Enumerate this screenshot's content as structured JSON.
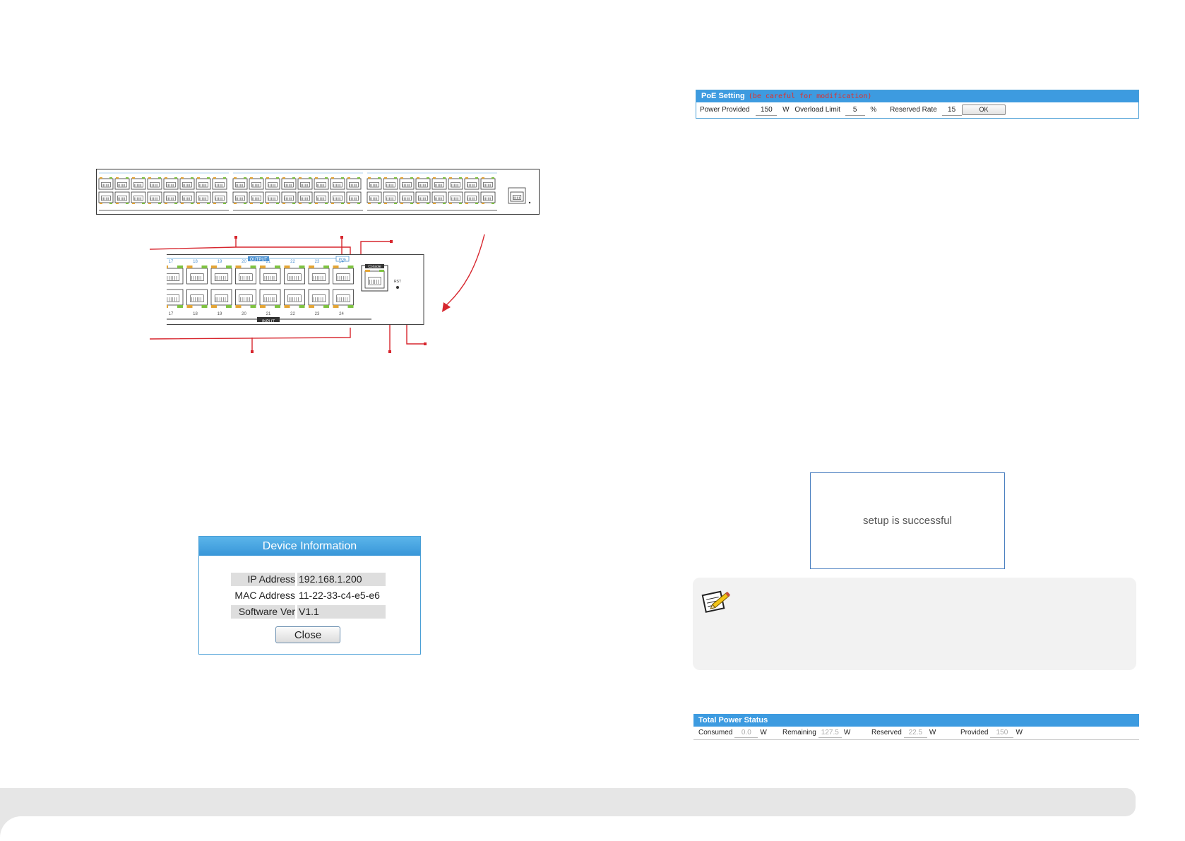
{
  "poe_setting": {
    "title": "PoE Setting",
    "warning": "(be careful for modification)",
    "power_provided_label": "Power Provided",
    "power_provided_value": "150",
    "power_unit": "W",
    "overload_label": "Overload Limit",
    "overload_value": "5",
    "overload_unit": "%",
    "reserved_label": "Reserved Rate",
    "reserved_value": "15",
    "reserved_unit": "%",
    "ok_label": "OK"
  },
  "device_info": {
    "title": "Device Information",
    "rows": [
      {
        "label": "IP Address",
        "value": "192.168.1.200"
      },
      {
        "label": "MAC Address",
        "value": "11-22-33-c4-e5-e6"
      },
      {
        "label": "Software Ver",
        "value": "V1.1"
      }
    ],
    "close_label": "Close"
  },
  "success_message": "setup is successful",
  "total_power_status": {
    "title": "Total Power Status",
    "consumed_label": "Consumed",
    "consumed_value": "0.0",
    "remaining_label": "Remaining",
    "remaining_value": "127.5",
    "reserved_label": "Reserved",
    "reserved_value": "22.5",
    "provided_label": "Provided",
    "provided_value": "150",
    "unit": "W"
  },
  "switch_zoom": {
    "output_label": "OUTPUT",
    "input_label": "INPUT",
    "poe_label": "POE",
    "console_label": "Console",
    "rst_label": "RST",
    "port_numbers": [
      "17",
      "18",
      "19",
      "20",
      "21",
      "22",
      "23",
      "24"
    ]
  },
  "colors": {
    "accent_blue": "#3d9be0",
    "callout_red": "#d7262e",
    "warning_red": "#e0312b",
    "note_bg": "#f2f2f2"
  },
  "icons": {
    "note_icon": "pencil-notepad-icon"
  }
}
